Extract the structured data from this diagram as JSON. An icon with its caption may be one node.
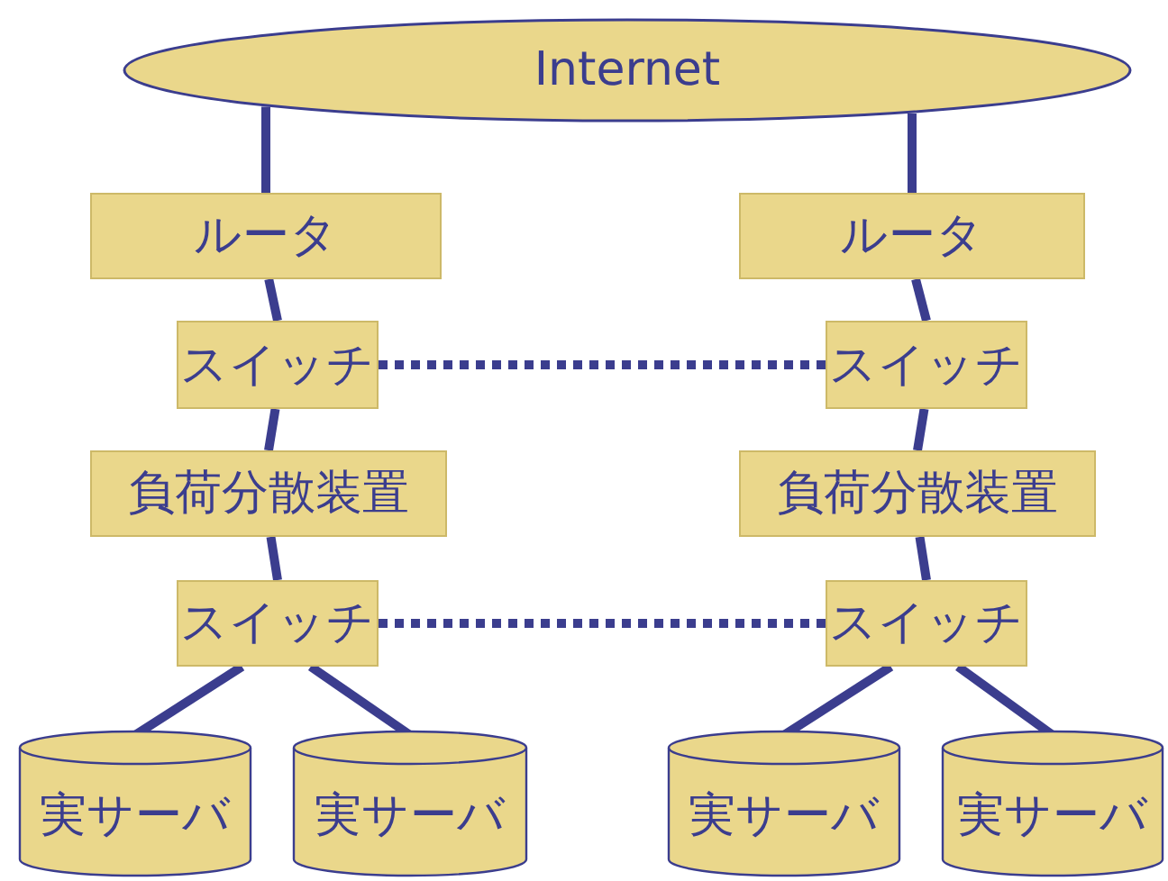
{
  "diagram": {
    "nodes": [
      {
        "text": [
          "Internet"
        ]
      },
      {
        "text": [
          "ルータ"
        ]
      },
      {
        "text": [
          "ルータ"
        ]
      },
      {
        "text": [
          "スイッチ"
        ]
      },
      {
        "text": [
          "スイッチ"
        ]
      },
      {
        "text": [
          "負荷分散装置"
        ]
      },
      {
        "text": [
          "負荷分散装置"
        ]
      },
      {
        "text": [
          "スイッチ"
        ]
      },
      {
        "text": [
          "スイッチ"
        ]
      },
      {
        "text": [
          "実サーバ"
        ]
      },
      {
        "text": [
          "実サーバ"
        ]
      },
      {
        "text": [
          "実サーバ"
        ]
      },
      {
        "text": [
          "実サーバ"
        ]
      }
    ],
    "edges": [
      {
        "from": 0,
        "to": 1,
        "arrow": "none"
      },
      {
        "from": 0,
        "to": 2,
        "arrow": "none"
      },
      {
        "from": 1,
        "to": 3,
        "arrow": "none"
      },
      {
        "from": 2,
        "to": 4,
        "arrow": "none"
      },
      {
        "from": 3,
        "to": 4,
        "arrow": "none",
        "style": "dashed"
      },
      {
        "from": 3,
        "to": 5,
        "arrow": "none"
      },
      {
        "from": 4,
        "to": 6,
        "arrow": "none"
      },
      {
        "from": 5,
        "to": 7,
        "arrow": "none"
      },
      {
        "from": 6,
        "to": 8,
        "arrow": "none"
      },
      {
        "from": 7,
        "to": 8,
        "arrow": "none",
        "style": "dashed"
      },
      {
        "from": 7,
        "to": 9,
        "arrow": "none"
      },
      {
        "from": 7,
        "to": 10,
        "arrow": "none"
      },
      {
        "from": 8,
        "to": 11,
        "arrow": "none"
      },
      {
        "from": 8,
        "to": 12,
        "arrow": "none"
      }
    ]
  }
}
